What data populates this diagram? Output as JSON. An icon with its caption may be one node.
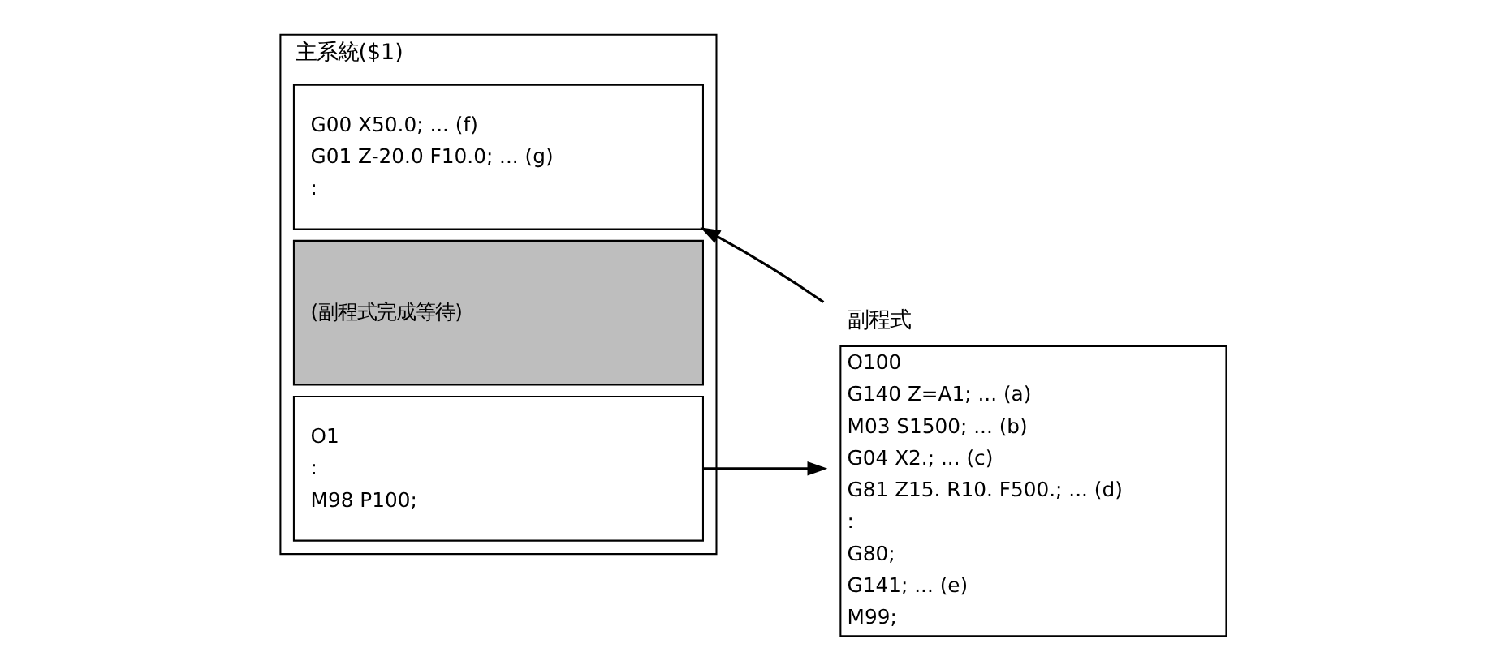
{
  "diagram": {
    "nodes": [
      {
        "text": [
          "主系統($1)"
        ]
      },
      {
        "text": [
          "O1",
          ":",
          "M98 P100;"
        ],
        "in": 0
      },
      {
        "text": [
          "(副程式完成等待)"
        ],
        "in": 0
      },
      {
        "text": [
          "G00 X50.0; ... (f)",
          "G01 Z-20.0 F10.0; ... (g)",
          ":"
        ],
        "in": 0
      },
      {
        "text": [
          "副程式",
          "O100",
          "G140 Z=A1; ... (a)",
          "M03 S1500; ... (b)",
          "G04 X2.; ... (c)",
          "G81 Z15. R10. F500.; ... (d)",
          ":",
          "G80;",
          "G141; ... (e)",
          "M99;"
        ]
      }
    ],
    "edges": [
      {
        "from": 1,
        "to": 4,
        "arrow": "to"
      },
      {
        "from": 4,
        "to": 3,
        "arrow": "to"
      }
    ]
  }
}
